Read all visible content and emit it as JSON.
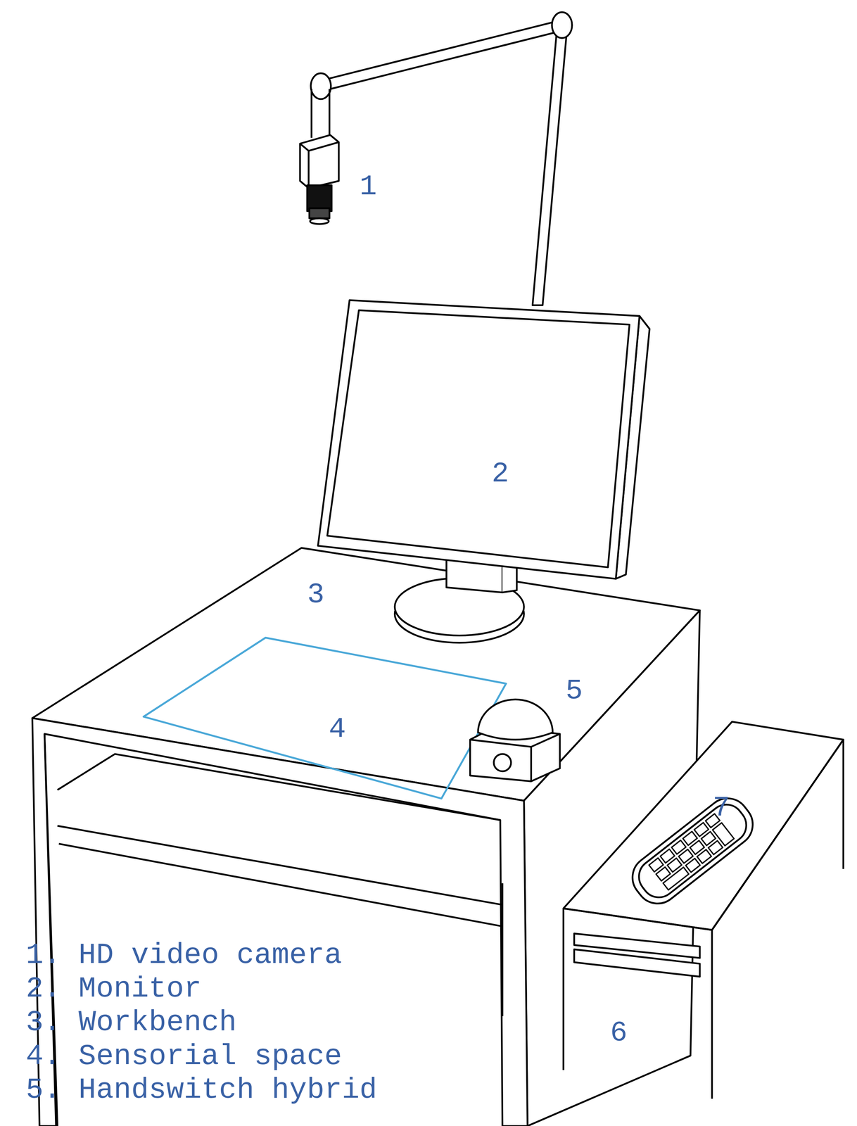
{
  "diagram": {
    "labels": [
      "1",
      "2",
      "3",
      "4",
      "5",
      "6",
      "7",
      "1. HD video camera",
      "2. Monitor",
      "3. Workbench",
      "4. Sensorial space",
      "5. Handswitch hybrid"
    ]
  }
}
